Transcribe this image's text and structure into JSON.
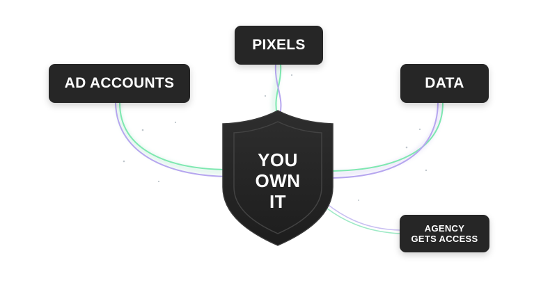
{
  "nodes": {
    "ad_accounts": "AD ACCOUNTS",
    "pixels": "PIXELS",
    "data": "DATA",
    "agency_line1": "AGENCY",
    "agency_line2": "GETS ACCESS"
  },
  "shield": {
    "line1": "YOU",
    "line2": "OWN",
    "line3": "IT"
  },
  "colors": {
    "pill_bg": "#262626",
    "text": "#ffffff",
    "line_green": "#7ee8b0",
    "line_purple": "#b6a6ef"
  }
}
